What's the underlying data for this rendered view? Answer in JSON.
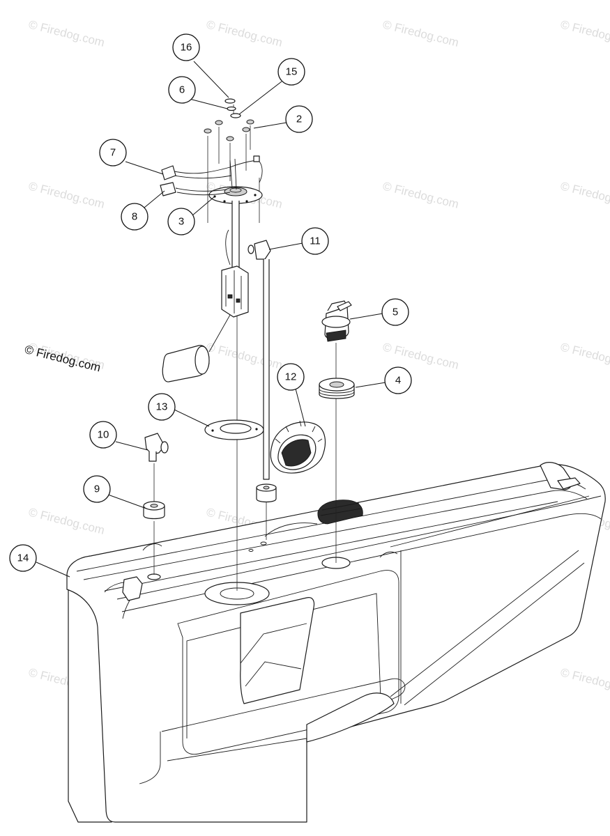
{
  "copyright_text": "© Firedog.com",
  "watermark_text": "© Firedog.com",
  "callouts": [
    "16",
    "6",
    "15",
    "2",
    "7",
    "8",
    "3",
    "11",
    "5",
    "4",
    "12",
    "13",
    "10",
    "9",
    "14"
  ]
}
